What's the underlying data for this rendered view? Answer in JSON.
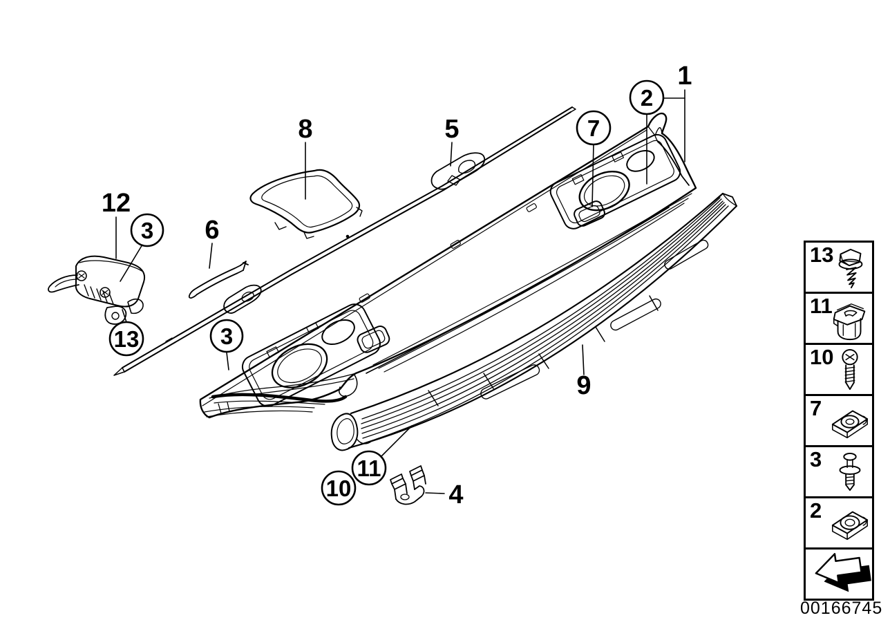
{
  "page": {
    "background": "#ffffff",
    "line_color": "#000000"
  },
  "callouts": {
    "n1": {
      "label": "1",
      "circled": false
    },
    "c2": {
      "label": "2",
      "circled": true
    },
    "c7": {
      "label": "7",
      "circled": true
    },
    "n8": {
      "label": "8",
      "circled": false
    },
    "n5": {
      "label": "5",
      "circled": false
    },
    "n12": {
      "label": "12",
      "circled": false
    },
    "c3a": {
      "label": "3",
      "circled": true
    },
    "n6": {
      "label": "6",
      "circled": false
    },
    "c13": {
      "label": "13",
      "circled": true
    },
    "c3b": {
      "label": "3",
      "circled": true
    },
    "n9": {
      "label": "9",
      "circled": false
    },
    "c11": {
      "label": "11",
      "circled": true
    },
    "c10": {
      "label": "10",
      "circled": true
    },
    "n4": {
      "label": "4",
      "circled": false
    }
  },
  "legend": {
    "items": [
      {
        "label": "13",
        "icon": "hex-head-screw-icon"
      },
      {
        "label": "11",
        "icon": "cage-nut-icon"
      },
      {
        "label": "10",
        "icon": "pan-head-screw-icon"
      },
      {
        "label": "7",
        "icon": "speed-nut-icon"
      },
      {
        "label": "3",
        "icon": "expansion-rivet-icon"
      },
      {
        "label": "2",
        "icon": "speed-nut-icon"
      }
    ],
    "nav_icon": "direction-arrow-icon"
  },
  "footer": {
    "image_number": "00166745"
  }
}
